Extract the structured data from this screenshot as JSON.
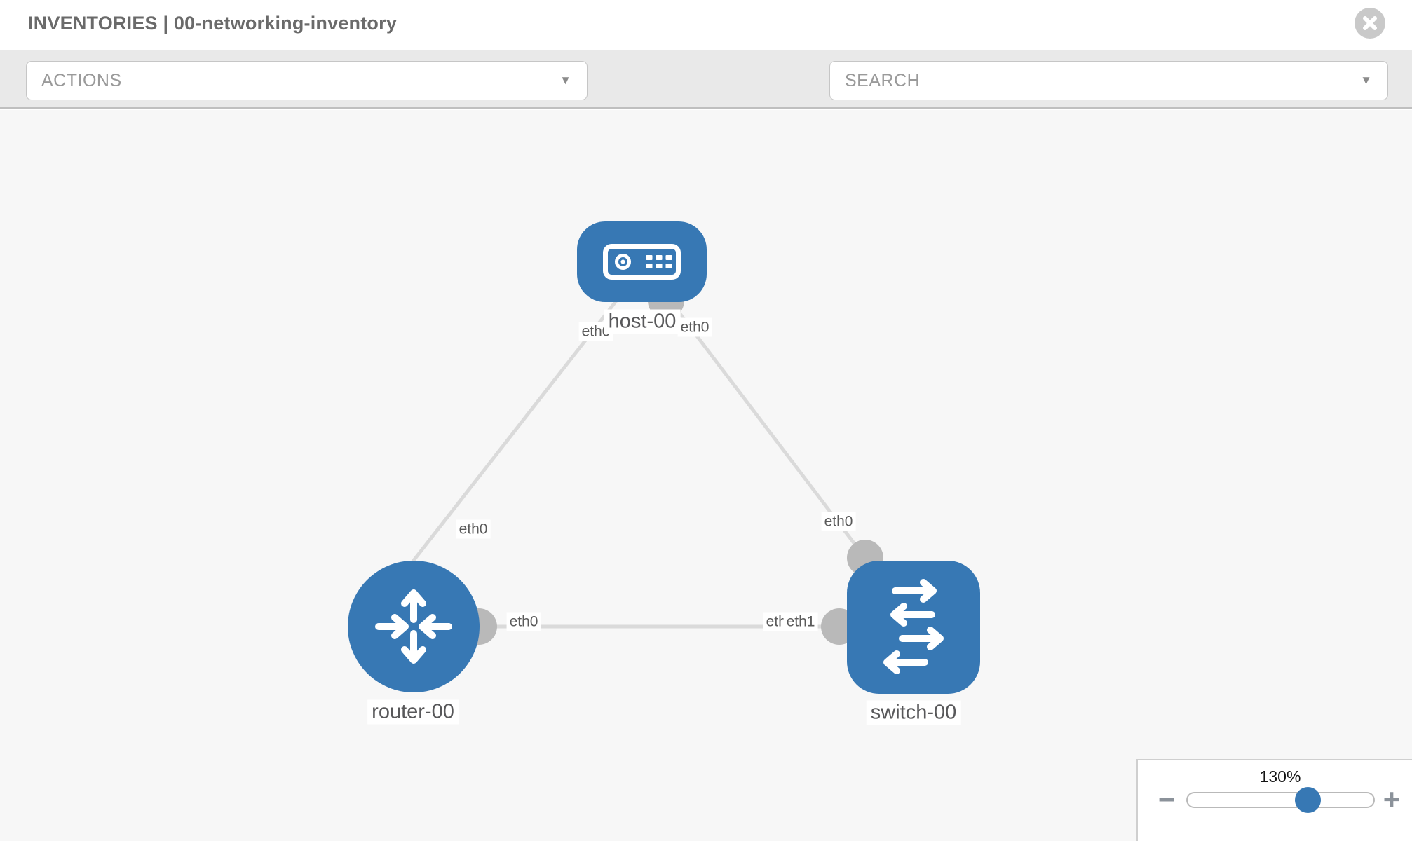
{
  "header": {
    "title": "INVENTORIES | 00-networking-inventory"
  },
  "toolbar": {
    "actions_label": "ACTIONS",
    "search_placeholder": "SEARCH",
    "caret_glyph": "▼"
  },
  "topology": {
    "nodes": [
      {
        "id": "host-00",
        "type": "host",
        "label": "host-00"
      },
      {
        "id": "router-00",
        "type": "router",
        "label": "router-00"
      },
      {
        "id": "switch-00",
        "type": "switch",
        "label": "switch-00"
      }
    ],
    "interface_labels": {
      "host_left": "eth0",
      "host_right": "eth0",
      "router_top": "eth0",
      "router_right": "eth0",
      "switch_link_back": "eth0",
      "switch_link_front": "eth1",
      "switch_top": "eth0"
    },
    "links": [
      {
        "from": "host-00",
        "to": "router-00"
      },
      {
        "from": "host-00",
        "to": "switch-00"
      },
      {
        "from": "router-00",
        "to": "switch-00"
      }
    ]
  },
  "zoom_control": {
    "percent": "130%",
    "minus_glyph": "−",
    "plus_glyph": "+"
  },
  "colors": {
    "node_blue": "#3778b4",
    "link_gray": "#dadada",
    "connector_gray": "#b9b9b9",
    "canvas_bg": "#f7f7f7",
    "toolbar_bg": "#e9e9e9"
  }
}
